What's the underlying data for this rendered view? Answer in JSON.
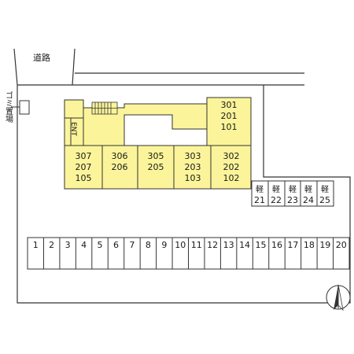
{
  "labels": {
    "road": "道路",
    "garbage": "ゴミ置場",
    "entrance": "ENT"
  },
  "units": [
    [
      "301",
      "201",
      "101"
    ],
    [
      "307",
      "207",
      "105"
    ],
    [
      "306",
      "206"
    ],
    [
      "305",
      "205"
    ],
    [
      "303",
      "203",
      "103"
    ],
    [
      "302",
      "202",
      "102"
    ]
  ],
  "kei_parking": [
    {
      "kind": "軽",
      "number": "21"
    },
    {
      "kind": "軽",
      "number": "22"
    },
    {
      "kind": "軽",
      "number": "23"
    },
    {
      "kind": "軽",
      "number": "24"
    },
    {
      "kind": "軽",
      "number": "25"
    }
  ],
  "parking": [
    "1",
    "2",
    "3",
    "4",
    "5",
    "6",
    "7",
    "8",
    "9",
    "10",
    "11",
    "12",
    "13",
    "14",
    "15",
    "16",
    "17",
    "18",
    "19",
    "20"
  ],
  "compass": "north-arrow-icon",
  "colors": {
    "building_fill": "#fbf49a",
    "line": "#333333"
  }
}
